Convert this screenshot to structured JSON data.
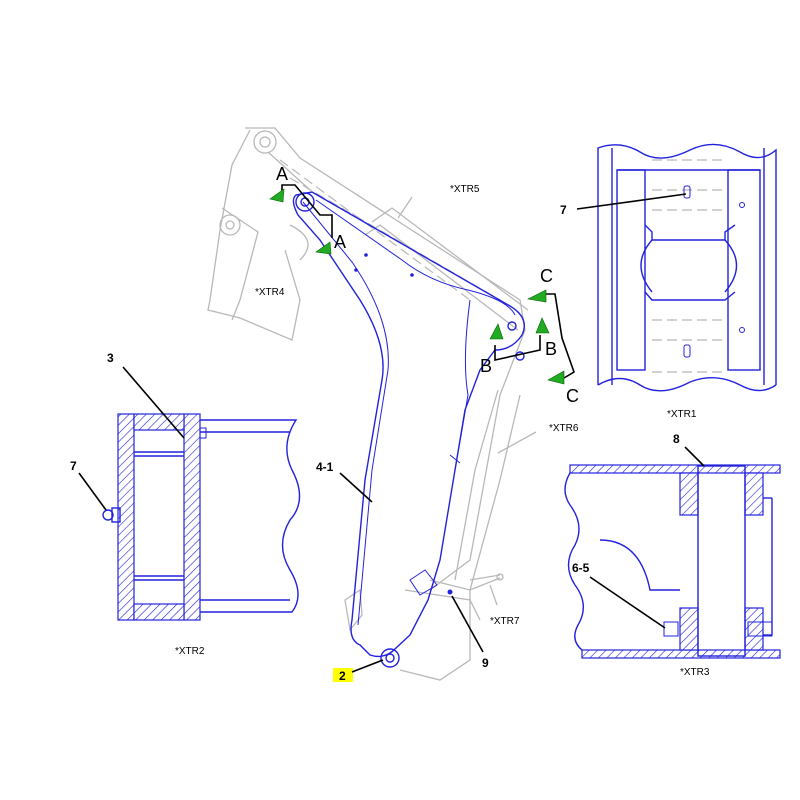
{
  "colors": {
    "line_blue": "#2222dd",
    "ghost_grey": "#b8b8b8",
    "section_arrow": "#22aa22",
    "highlight": "#ffff00"
  },
  "callouts": {
    "c3": "3",
    "c7_left": "7",
    "c7_right": "7",
    "c41": "4-1",
    "c2": "2",
    "c9": "9",
    "c8": "8",
    "c65": "6-5"
  },
  "references": {
    "xtr1": "*XTR1",
    "xtr2": "*XTR2",
    "xtr3": "*XTR3",
    "xtr4": "*XTR4",
    "xtr5": "*XTR5",
    "xtr6": "*XTR6",
    "xtr7": "*XTR7"
  },
  "sections": {
    "a1": "A",
    "a2": "A",
    "b1": "B",
    "b2": "B",
    "c1": "C",
    "c2": "C"
  }
}
